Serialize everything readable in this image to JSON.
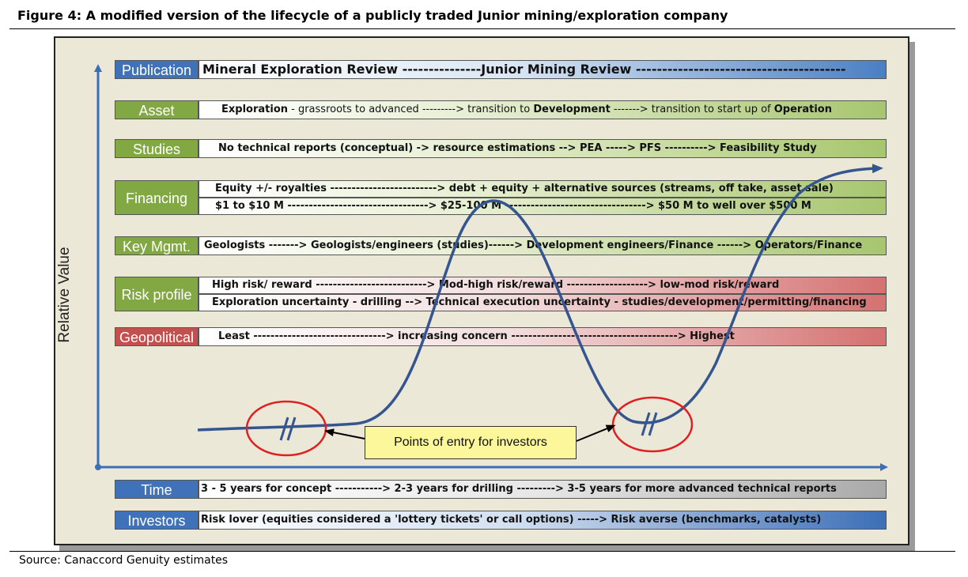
{
  "figure_title": "Figure 4: A modified version of the lifecycle of a publicly traded Junior mining/exploration company",
  "source": "Source: Canaccord Genuity estimates",
  "y_axis_label": "Relative Value",
  "callout": "Points of entry for investors",
  "rows": {
    "publication": {
      "label": "Publication",
      "text": "Mineral Exploration Review ---------------Junior Mining Review ----------------------------------------"
    },
    "asset": {
      "label": "Asset",
      "t1": "Exploration",
      "t2": " - grassroots to advanced ---------> transition to ",
      "t3": "Development",
      "t4": " -------> transition to start up of ",
      "t5": "Operation"
    },
    "studies": {
      "label": "Studies",
      "text": "No technical reports (conceptual) -> resource estimations --> PEA -----> PFS ----------> Feasibility Study"
    },
    "financing": {
      "label": "Financing",
      "line1": "Equity +/- royalties -------------------------> debt + equity + alternative sources (streams, off take, asset sale)",
      "line2": "$1 to $10 M ---------------------------------> $25-100 M ---------------------------------> $50 M to well over $500 M"
    },
    "key_mgmt": {
      "label": "Key Mgmt.",
      "text": "Geologists -------> Geologists/engineers (studies)------> Development engineers/Finance ------> Operators/Finance"
    },
    "risk": {
      "label": "Risk profile",
      "line1": "High risk/ reward --------------------------> Mod-high risk/reward -------------------> low-mod risk/reward",
      "line2": "Exploration uncertainty - drilling --> Technical execution uncertainty - studies/development/permitting/financing"
    },
    "geopolitical": {
      "label": "Geopolitical",
      "text": "Least -------------------------------> increasing concern ---------------------------------------> Highest"
    },
    "time": {
      "label": "Time",
      "text": "3 - 5 years for concept -----------> 2-3 years for drilling ---------> 3-5 years for more advanced technical reports"
    },
    "investors": {
      "label": "Investors",
      "text": "Risk lover (equities considered a 'lottery tickets' or call options) -----> Risk averse (benchmarks, catalysts)"
    }
  },
  "colors": {
    "curve": "#34558f",
    "axis": "#3d6fb6",
    "circle": "#e02020",
    "callout_fill": "#fbf79a"
  }
}
